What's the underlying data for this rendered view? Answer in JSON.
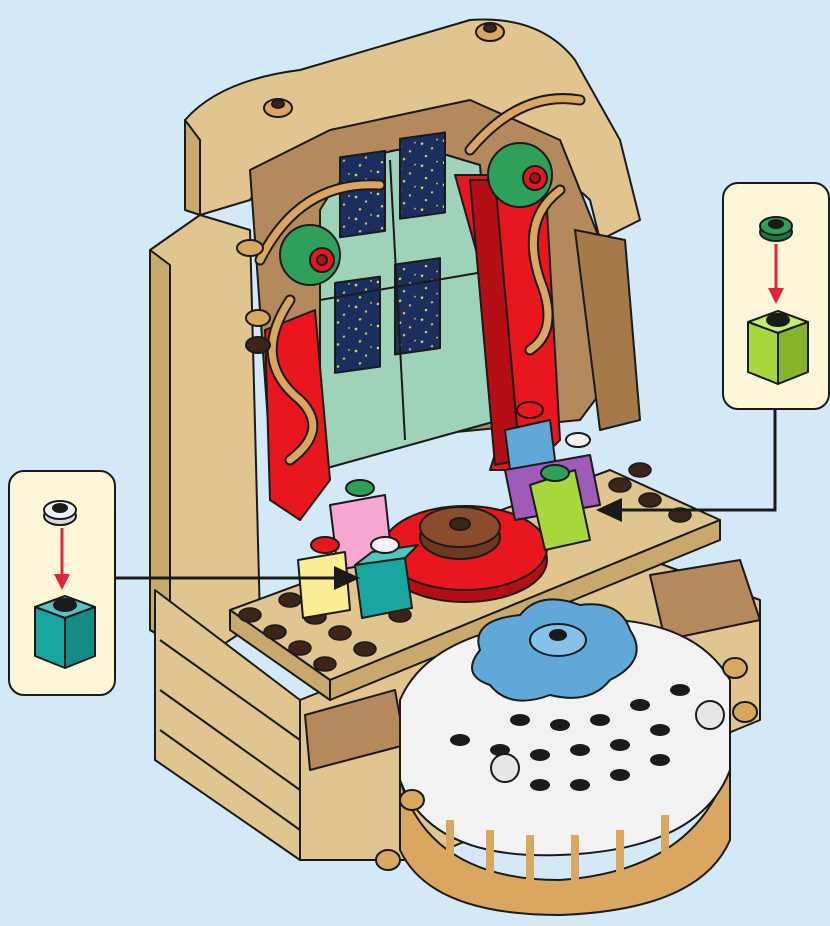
{
  "callouts": [
    {
      "id": "left",
      "stud_color": "white",
      "brick_color": "teal"
    },
    {
      "id": "right",
      "stud_color": "green",
      "brick_color": "lime"
    }
  ],
  "colors": {
    "background": "#d4e9f8",
    "callout_fill": "#fdf6d9",
    "tan": "#e0c58f",
    "tan_dark": "#c9a96b",
    "dark_tan": "#b48a5c",
    "red": "#e8161d",
    "dark_red": "#b30f14",
    "sand_green": "#9fd3b9",
    "night_blue": "#1a2f5e",
    "teal": "#1aa6a0",
    "lime": "#a7d93e",
    "pink": "#f6a8d3",
    "yellow": "#fbee92",
    "medium_blue": "#5fa8d8",
    "purple": "#a05bb8",
    "white": "#f2f2f2",
    "pearl_gold": "#d9a760",
    "reddish_brown": "#6b3a20",
    "dark_brown": "#3d2418",
    "arrow_red": "#e0253a",
    "outline": "#1a1a1a"
  }
}
